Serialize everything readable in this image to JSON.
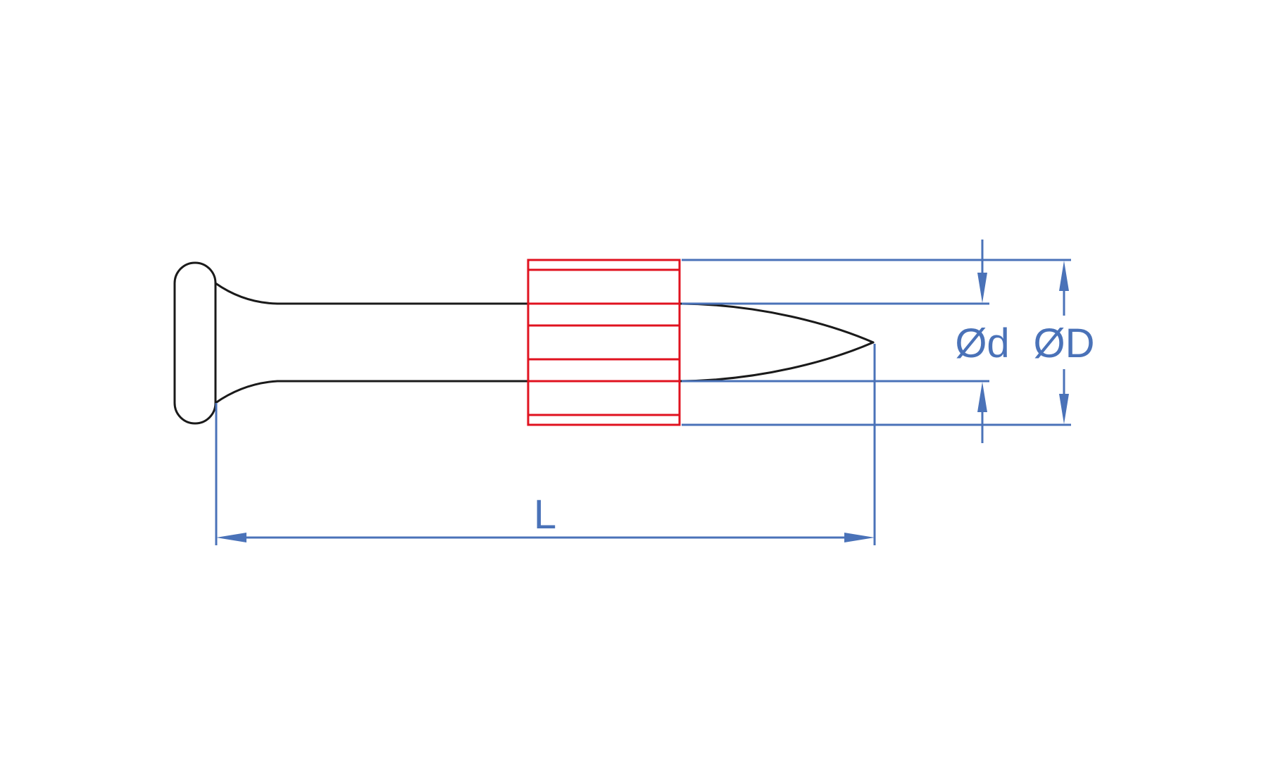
{
  "diagram": {
    "labels": {
      "length": "L",
      "shank_diameter": "Ød",
      "washer_diameter": "ØD"
    },
    "colors": {
      "outline": "#1a1a1a",
      "washer": "#e0121f",
      "dimension": "#4a72b8",
      "background": "#ffffff"
    }
  }
}
